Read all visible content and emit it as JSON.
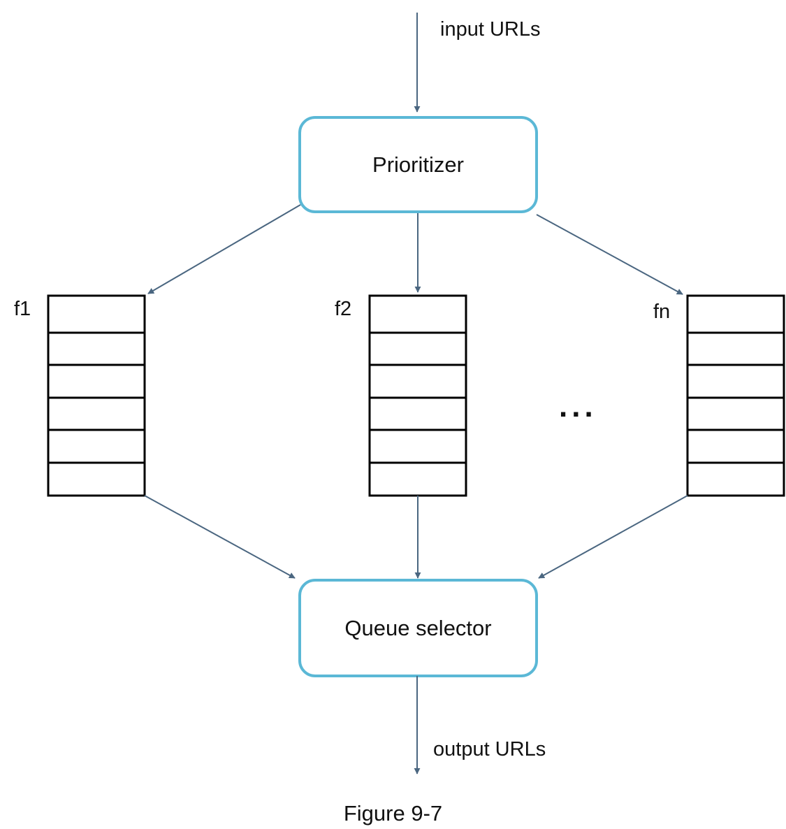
{
  "input_label": "input URLs",
  "prioritizer": {
    "label": "Prioritizer"
  },
  "queues": [
    {
      "label": "f1",
      "slots": 6
    },
    {
      "label": "f2",
      "slots": 6
    },
    {
      "label": "fn",
      "slots": 6
    }
  ],
  "ellipsis": "...",
  "queue_selector": {
    "label": "Queue selector"
  },
  "output_label": "output URLs",
  "caption": "Figure 9-7",
  "colors": {
    "box_border": "#5bb8d6",
    "arrow": "#4a6680",
    "queue_border": "#000000"
  }
}
